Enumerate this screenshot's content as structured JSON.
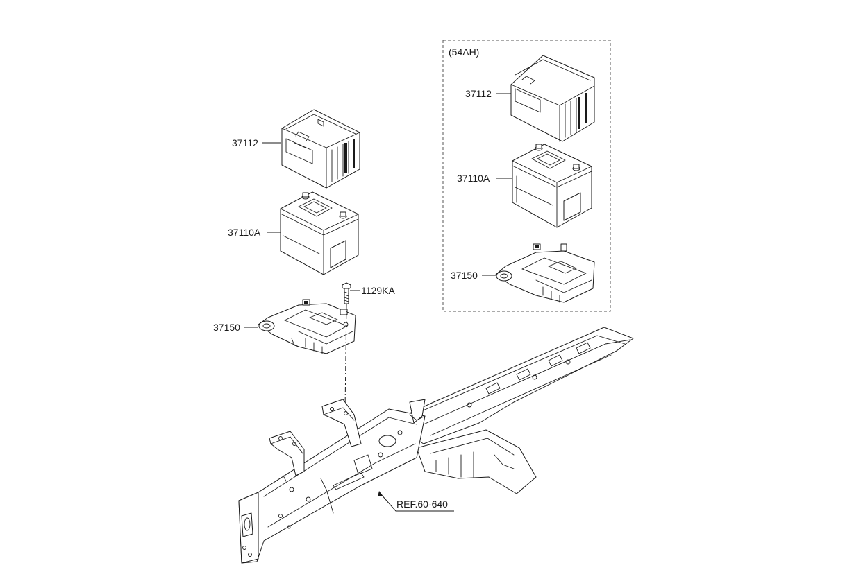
{
  "labels": {
    "left_tray_cover": "37112",
    "left_battery": "37110A",
    "left_tray": "37150",
    "bolt": "1129KA",
    "right_tray_cover": "37112",
    "right_battery": "37110A",
    "right_tray": "37150",
    "variant": "(54AH)",
    "reference": "REF.60-640"
  }
}
